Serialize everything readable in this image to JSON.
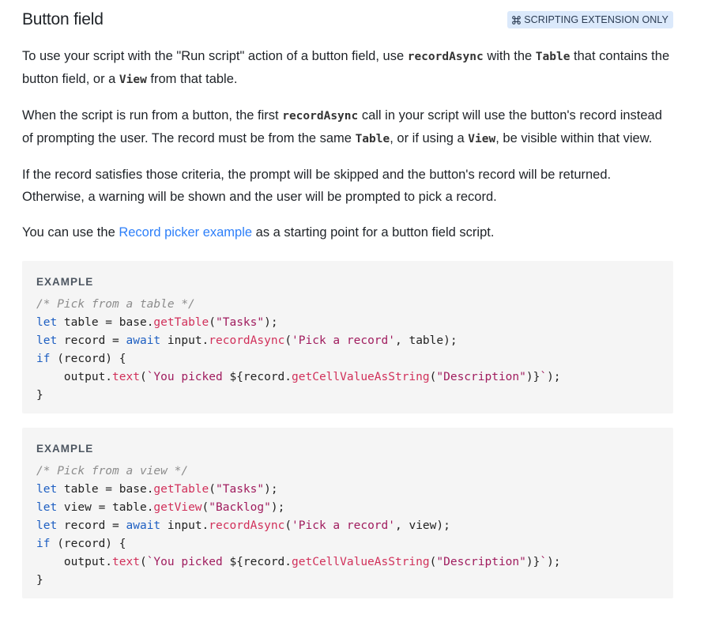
{
  "header": {
    "title": "Button field",
    "badge_text": "SCRIPTING EXTENSION ONLY",
    "badge_icon": "command-key-icon"
  },
  "paragraphs": {
    "p1": {
      "t1": "To use your script with the \"Run script\" action of a button field, use ",
      "c1": "recordAsync",
      "t2": " with the ",
      "c2": "Table",
      "t3": " that contains the button field, or a ",
      "c3": "View",
      "t4": " from that table."
    },
    "p2": {
      "t1": "When the script is run from a button, the first ",
      "c1": "recordAsync",
      "t2": " call in your script will use the button's record instead of prompting the user. The record must be from the same ",
      "c2": "Table",
      "t3": ", or if using a ",
      "c3": "View",
      "t4": ", be visible within that view."
    },
    "p3": {
      "text": "If the record satisfies those criteria, the prompt will be skipped and the button's record will be returned. Otherwise, a warning will be shown and the user will be prompted to pick a record."
    },
    "p4": {
      "t1": "You can use the ",
      "link": "Record picker example",
      "t2": " as a starting point for a button field script."
    }
  },
  "examples": [
    {
      "label": "EXAMPLE",
      "lines": {
        "comment": "/* Pick from a table */",
        "table_decl": {
          "kw": "let",
          "a": " table = base.",
          "fn": "getTable",
          "b": "(",
          "str": "\"Tasks\"",
          "c": ");"
        },
        "record_decl": {
          "kw": "let",
          "a": " record = ",
          "kw2": "await",
          "b": " input.",
          "fn": "recordAsync",
          "c": "(",
          "str": "'Pick a record'",
          "d": ", table);"
        },
        "if_line": {
          "kw": "if",
          "a": " (record) {"
        },
        "output_line": {
          "a": "    output.",
          "fn": "text",
          "b": "(",
          "str1": "`You picked ",
          "c": "${record.",
          "fn2": "getCellValueAsString",
          "d": "(",
          "str2": "\"Description\"",
          "e": ")}",
          "str3": "`",
          "f": ");"
        },
        "close": "}"
      }
    },
    {
      "label": "EXAMPLE",
      "lines": {
        "comment": "/* Pick from a view */",
        "table_decl": {
          "kw": "let",
          "a": " table = base.",
          "fn": "getTable",
          "b": "(",
          "str": "\"Tasks\"",
          "c": ");"
        },
        "view_decl": {
          "kw": "let",
          "a": " view = table.",
          "fn": "getView",
          "b": "(",
          "str": "\"Backlog\"",
          "c": ");"
        },
        "record_decl": {
          "kw": "let",
          "a": " record = ",
          "kw2": "await",
          "b": " input.",
          "fn": "recordAsync",
          "c": "(",
          "str": "'Pick a record'",
          "d": ", view);"
        },
        "if_line": {
          "kw": "if",
          "a": " (record) {"
        },
        "output_line": {
          "a": "    output.",
          "fn": "text",
          "b": "(",
          "str1": "`You picked ",
          "c": "${record.",
          "fn2": "getCellValueAsString",
          "d": "(",
          "str2": "\"Description\"",
          "e": ")}",
          "str3": "`",
          "f": ");"
        },
        "close": "}"
      }
    }
  ],
  "colors": {
    "badge_bg": "#dbe9fb",
    "link": "#2d7ff9",
    "code_bg": "#f5f5f5",
    "keyword": "#1e5fc2",
    "function": "#d1305a",
    "string": "#a01c5e",
    "comment": "#8c8c8c"
  }
}
